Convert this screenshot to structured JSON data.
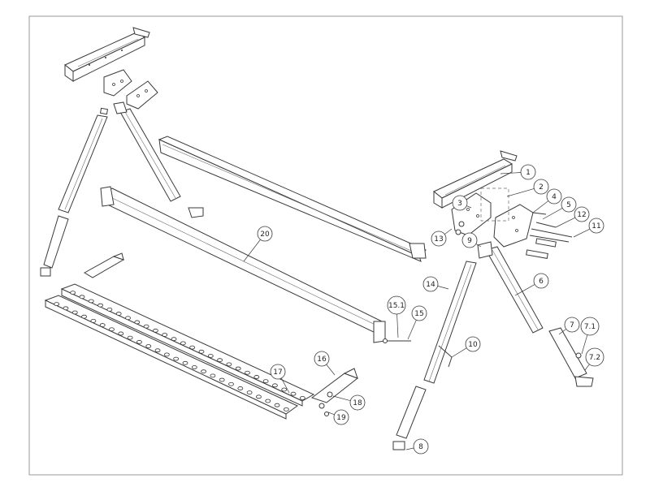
{
  "diagram": {
    "colors": {
      "line": "#3a3a3a",
      "background": "#ffffff",
      "frame": "#9a9a9a"
    },
    "callouts": [
      {
        "id": "c1",
        "label": "1"
      },
      {
        "id": "c2",
        "label": "2"
      },
      {
        "id": "c3",
        "label": "3"
      },
      {
        "id": "c4",
        "label": "4"
      },
      {
        "id": "c5",
        "label": "5"
      },
      {
        "id": "c6",
        "label": "6"
      },
      {
        "id": "c7",
        "label": "7"
      },
      {
        "id": "c7_1",
        "label": "7.1"
      },
      {
        "id": "c7_2",
        "label": "7.2"
      },
      {
        "id": "c8",
        "label": "8"
      },
      {
        "id": "c9",
        "label": "9"
      },
      {
        "id": "c10",
        "label": "10"
      },
      {
        "id": "c11",
        "label": "11"
      },
      {
        "id": "c12",
        "label": "12"
      },
      {
        "id": "c13",
        "label": "13"
      },
      {
        "id": "c14",
        "label": "14"
      },
      {
        "id": "c15",
        "label": "15"
      },
      {
        "id": "c15_1",
        "label": "15.1"
      },
      {
        "id": "c16",
        "label": "16"
      },
      {
        "id": "c17",
        "label": "17"
      },
      {
        "id": "c18",
        "label": "18"
      },
      {
        "id": "c19",
        "label": "19"
      },
      {
        "id": "c20",
        "label": "20"
      }
    ]
  }
}
